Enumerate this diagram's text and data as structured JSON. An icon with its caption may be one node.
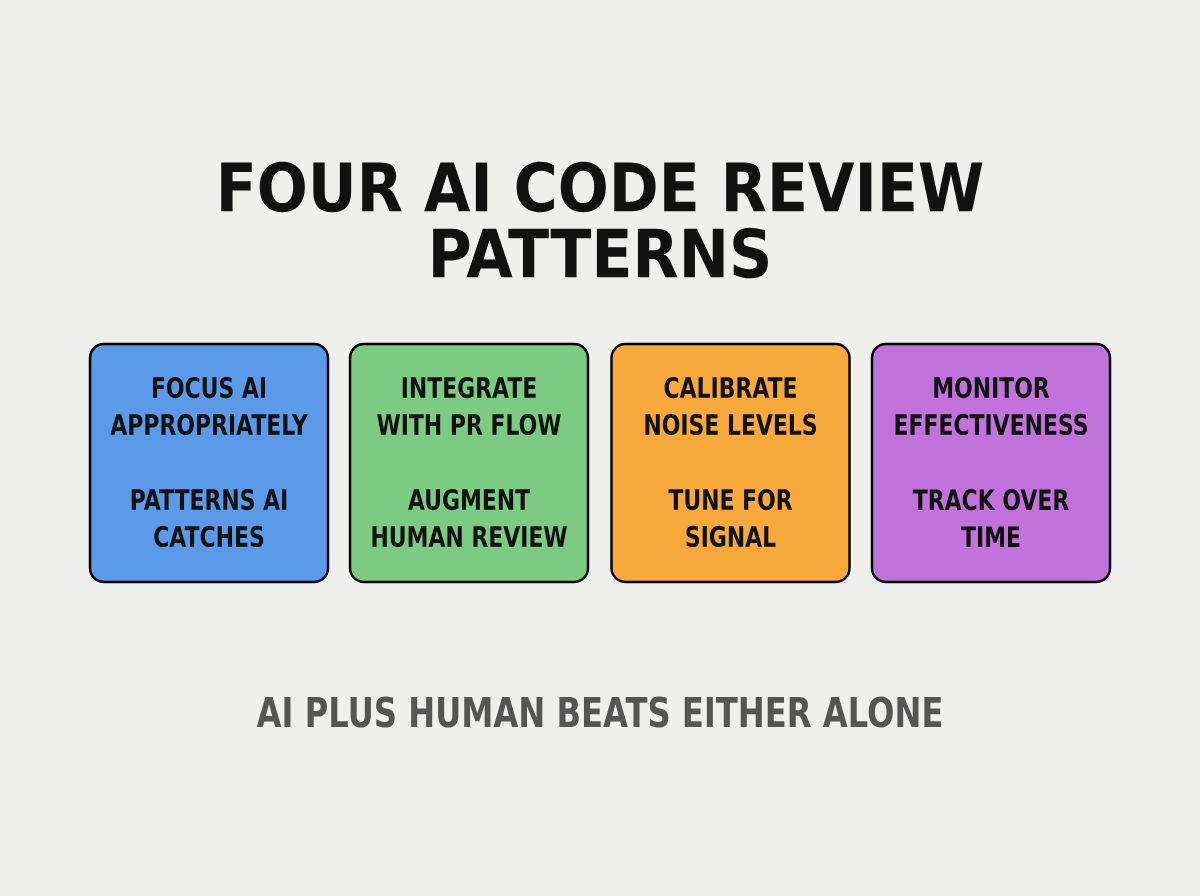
{
  "diagram": {
    "title": "FOUR AI CODE REVIEW PATTERNS",
    "nodes": [
      {
        "text": [
          "FOCUS AI APPROPRIATELY",
          "PATTERNS AI CATCHES"
        ]
      },
      {
        "text": [
          "INTEGRATE WITH PR FLOW",
          "AUGMENT HUMAN REVIEW"
        ]
      },
      {
        "text": [
          "CALIBRATE NOISE LEVELS",
          "TUNE FOR SIGNAL"
        ]
      },
      {
        "text": [
          "MONITOR EFFECTIVENESS",
          "TRACK OVER TIME"
        ]
      }
    ],
    "caption": "AI PLUS HUMAN BEATS EITHER ALONE"
  }
}
